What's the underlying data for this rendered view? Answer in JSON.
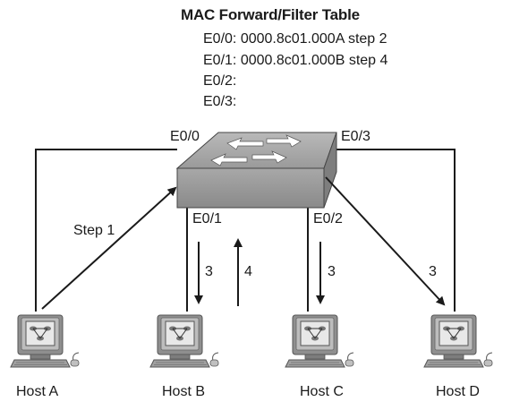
{
  "table": {
    "title": "MAC Forward/Filter Table",
    "entries": [
      {
        "port": "E0/0:",
        "mac": "0000.8c01.000A",
        "note": "step 2"
      },
      {
        "port": "E0/1:",
        "mac": "0000.8c01.000B",
        "note": "step 4"
      },
      {
        "port": "E0/2:",
        "mac": "",
        "note": ""
      },
      {
        "port": "E0/3:",
        "mac": "",
        "note": ""
      }
    ]
  },
  "switch": {
    "ports": {
      "e00": "E0/0",
      "e01": "E0/1",
      "e02": "E0/2",
      "e03": "E0/3"
    }
  },
  "hosts": [
    "Host A",
    "Host B",
    "Host C",
    "Host D"
  ],
  "steps": {
    "step1": "Step 1",
    "b_down": "3",
    "b_up": "4",
    "c_down": "3",
    "d_down": "3"
  }
}
